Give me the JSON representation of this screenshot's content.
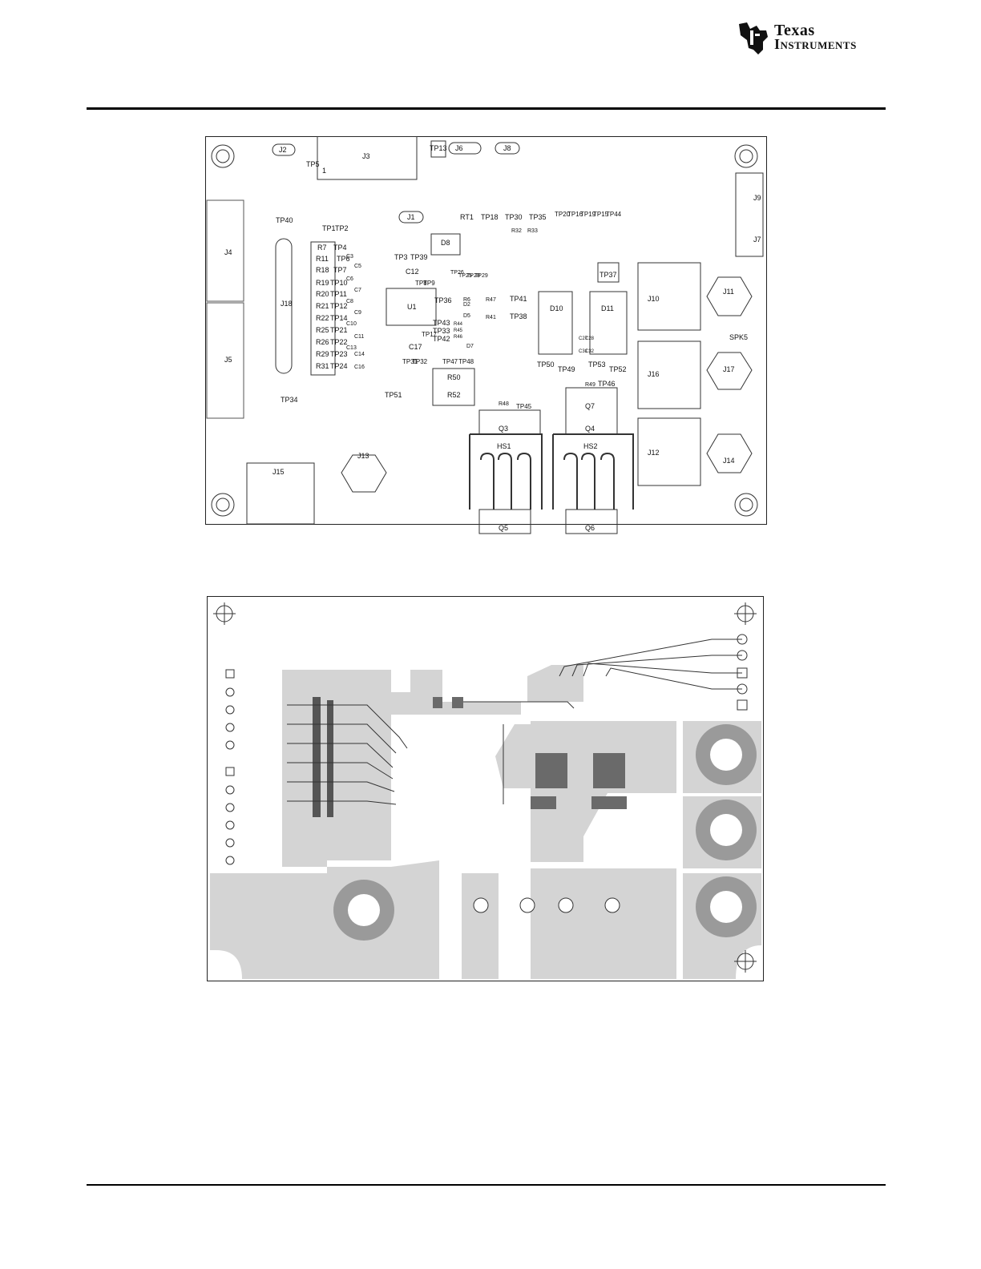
{
  "header": {
    "company_line1": "Texas",
    "company_line2": "Instruments",
    "logo_icon": "ti-state-logo-icon"
  },
  "figure_top": {
    "silkscreen_labels": [
      "J2",
      "J3",
      "J6",
      "J8",
      "TP13",
      "TP5",
      "1",
      "J4",
      "J5",
      "J18",
      "TP40",
      "TP34",
      "TP1",
      "TP2",
      "R7",
      "R11",
      "R18",
      "R19",
      "R20",
      "R21",
      "R22",
      "R25",
      "R26",
      "R29",
      "R31",
      "TP4",
      "TP6",
      "TP7",
      "TP10",
      "TP11",
      "TP12",
      "TP14",
      "TP21",
      "TP22",
      "TP23",
      "TP24",
      "C3",
      "C5",
      "C6",
      "C7",
      "C8",
      "C9",
      "C10",
      "C11",
      "C13",
      "C14",
      "C16",
      "J1",
      "RT1",
      "TP18",
      "TP30",
      "TP35",
      "R32",
      "R33",
      "TP20",
      "TP16",
      "TP19",
      "TP15",
      "TP44",
      "D8",
      "TP3",
      "TP39",
      "C12",
      "TP8",
      "TP9",
      "TP26",
      "TP25",
      "TP28",
      "TP29",
      "U1",
      "TP36",
      "R6",
      "D2",
      "D5",
      "R47",
      "R41",
      "TP41",
      "TP38",
      "TP43",
      "TP33",
      "TP42",
      "R44",
      "R45",
      "R46",
      "D7",
      "TP17",
      "C17",
      "TP31",
      "TP32",
      "TP47",
      "TP48",
      "R50",
      "R52",
      "TP51",
      "R48",
      "TP45",
      "D10",
      "D11",
      "C27",
      "C28",
      "C31",
      "C32",
      "TP50",
      "TP49",
      "TP53",
      "TP52",
      "R49",
      "TP46",
      "TP37",
      "J10",
      "J11",
      "SPK5",
      "J16",
      "J17",
      "J12",
      "J14",
      "J9",
      "J7",
      "Q7",
      "Q4",
      "Q3",
      "HS1",
      "HS2",
      "Q5",
      "Q6",
      "J13",
      "J15"
    ]
  },
  "figure_bottom": {
    "layer": "copper"
  }
}
